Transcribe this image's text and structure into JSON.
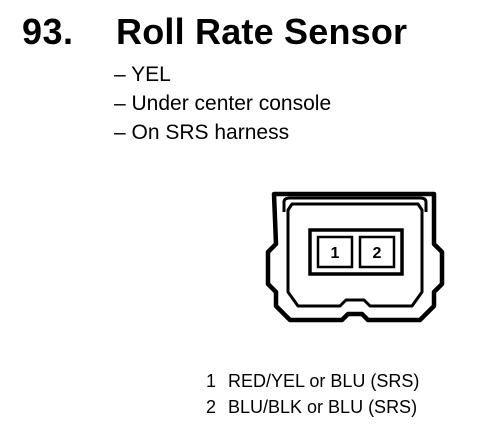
{
  "header": {
    "number": "93.",
    "title": "Roll Rate Sensor"
  },
  "notes": [
    "– YEL",
    "– Under center console",
    "– On SRS harness"
  ],
  "connector": {
    "pins": [
      {
        "label": "1"
      },
      {
        "label": "2"
      }
    ]
  },
  "pinout": [
    {
      "pin": "1",
      "description": "RED/YEL or BLU (SRS)"
    },
    {
      "pin": "2",
      "description": "BLU/BLK or BLU (SRS)"
    }
  ]
}
